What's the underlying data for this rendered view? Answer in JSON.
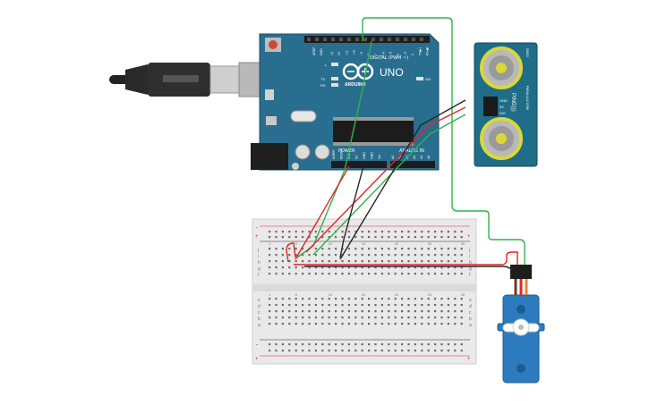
{
  "arduino": {
    "brand": "UNO",
    "logo_text": "ARDUINO",
    "digital_label": "DIGITAL (PWM ~)",
    "power_label": "POWER",
    "analog_label": "ANALOG IN",
    "led_l": "L",
    "led_tx": "TX",
    "led_rx": "RX",
    "led_on": "ON",
    "aref": "AREF",
    "gnd": "GND",
    "digital_pins": [
      "13",
      "12",
      "~11",
      "~10",
      "~9",
      "8",
      "7",
      "~6",
      "~5",
      "4",
      "~3",
      "2",
      "TX▶1",
      "RX◀0"
    ],
    "power_pins": [
      "IOREF",
      "RESET",
      "3.3V",
      "5V",
      "GND",
      "GND",
      "Vin"
    ],
    "analog_pins": [
      "A0",
      "A1",
      "A2",
      "A3",
      "A4",
      "A5"
    ],
    "colors": {
      "board": "#2a6e8f",
      "header": "#1d1d1d",
      "reset": "#c94a3a"
    }
  },
  "sensor": {
    "model": "PING)))",
    "brand": "PARALLAX.COM",
    "pins": [
      "GND",
      "5V",
      "SIG"
    ],
    "part_id": "28015",
    "colors": {
      "board": "#1f6d87",
      "transducer": "#d9d73a"
    }
  },
  "breadboard": {
    "rows_top": [
      "j",
      "i",
      "h",
      "g",
      "f"
    ],
    "rows_bottom": [
      "e",
      "d",
      "c",
      "b",
      "a"
    ],
    "col_numbers": [
      "1",
      "5",
      "10",
      "15",
      "20",
      "25",
      "30"
    ],
    "rail_plus": "+",
    "rail_minus": "-"
  },
  "wires": {
    "colors": {
      "green": "#2fb34a",
      "red": "#e02727",
      "black": "#262626",
      "servo_brown": "#6b3b1f",
      "servo_orange": "#e8872b"
    }
  },
  "servo": {
    "colors": {
      "body": "#2d7bbf",
      "horn": "#ffffff"
    }
  }
}
